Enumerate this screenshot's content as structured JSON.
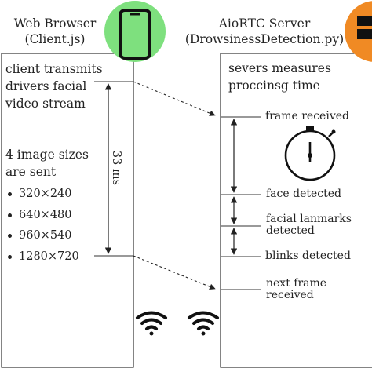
{
  "client": {
    "title_line1": "Web Browser",
    "title_line2": "(Client.js)",
    "transmit_line1": "client transmits",
    "transmit_line2": "drivers facial",
    "transmit_line3": "video stream",
    "sizes_line1": "4 image sizes",
    "sizes_line2": "are sent",
    "sizes": [
      "320×240",
      "640×480",
      "960×540",
      "1280×720"
    ],
    "device_icon": "smartphone-icon",
    "accent_color": "#7ee07e"
  },
  "server": {
    "title_line1": "AioRTC Server",
    "title_line2": "(DrowsinessDetection.py)",
    "measure_line1": "severs measures",
    "measure_line2": "proccinsg time",
    "device_icon": "server-icon",
    "accent_color": "#f08a24",
    "events": {
      "frame_received": "frame received",
      "face_detected": "face detected",
      "landmarks_line1": "facial lanmarks",
      "landmarks_line2": "detected",
      "blinks_detected": "blinks detected",
      "next_frame_line1": "next frame",
      "next_frame_line2": "received"
    },
    "timer_icon": "stopwatch-icon"
  },
  "interval_label": "33 ms",
  "network_icon": "wifi-icon"
}
